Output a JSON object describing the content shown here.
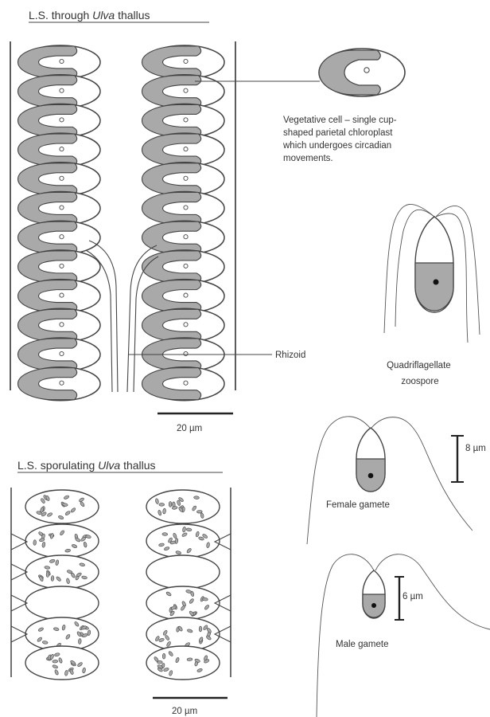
{
  "title_top": {
    "prefix": "L.S. through ",
    "italic": "Ulva",
    "suffix": " thallus"
  },
  "title_bottom": {
    "prefix": "L.S. sporulating ",
    "italic": "Ulva",
    "suffix": " thallus"
  },
  "vegetative_note": [
    "Vegetative cell – single cup-",
    "shaped parietal chloroplast",
    "which undergoes circadian",
    "movements."
  ],
  "rhizoid_label": "Rhizoid",
  "zoospore_label": [
    "Quadriflagellate",
    "zoospore"
  ],
  "female_label": "Female gamete",
  "male_label": "Male gamete",
  "scale_top": "20 µm",
  "scale_bottom": "20 µm",
  "scale_female": "8 µm",
  "scale_male": "6 µm",
  "colors": {
    "chloroplast": "#a9a9a9",
    "outline": "#444444"
  }
}
